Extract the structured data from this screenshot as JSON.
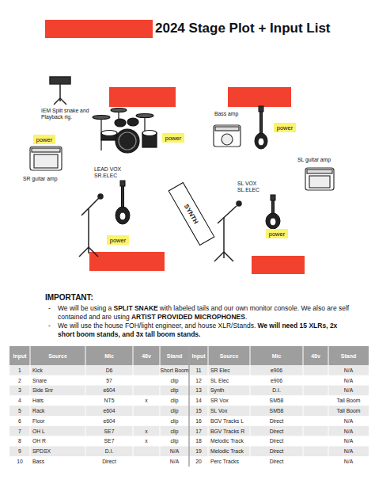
{
  "diagram": {
    "title": "2024 Stage Plot + Input List",
    "nodes": [
      {
        "text": [
          "power"
        ]
      },
      {
        "text": [
          "power"
        ]
      },
      {
        "text": [
          "power"
        ]
      },
      {
        "text": [
          "SYNTH"
        ]
      },
      {
        "text": [
          "power"
        ]
      },
      {
        "text": [
          "power"
        ]
      }
    ],
    "edges": [],
    "labels": [
      "IEM Split snake and Playback rig.",
      "Bass amp",
      "SR guitar amp",
      "SL guitar amp",
      "LEAD VOX SR.ELEC",
      "SL VOX SL.ELEC",
      "IMPORTANT:",
      "-",
      "We will be using a",
      "SPLIT SNAKE",
      "with labeled tails and our own monitor console. We also are self contained and are using",
      "ARTIST PROVIDED MICROPHONES",
      ".",
      "-",
      "We will use the house FOH/light engineer, and house XLR/Stands.",
      "We will need 15 XLRs, 2x short boom stands, and 3x tall boom stands.",
      "Input",
      "Source",
      "Mic",
      "48v",
      "Stand",
      "Input",
      "Source",
      "Mic",
      "48v",
      "Stand",
      "1",
      "Kick",
      "D6",
      "Short Boom",
      "11",
      "SR Elec",
      "e906",
      "N/A",
      "2",
      "Snare",
      "57",
      "clip",
      "12",
      "SL Elec",
      "e906",
      "N/A",
      "3",
      "Side Snr",
      "e604",
      "clip",
      "13",
      "Synth",
      "D.I.",
      "N/A",
      "4",
      "Hats",
      "NT5",
      "x",
      "clip",
      "14",
      "SR Vox",
      "SM58",
      "Tall Boom",
      "5",
      "Rack",
      "e604",
      "clip",
      "15",
      "SL Vox",
      "SM58",
      "Tall Boom",
      "6",
      "Floor",
      "e604",
      "clip",
      "16",
      "BGV Tracks L",
      "Direct",
      "N/A",
      "7",
      "OH L",
      "SE7",
      "x",
      "clip",
      "17",
      "BGV Tracks R",
      "Direct",
      "N/A",
      "8",
      "OH R",
      "SE7",
      "x",
      "clip",
      "18",
      "Melodic Track",
      "Direct",
      "N/A",
      "9",
      "SPDSX",
      "D.I.",
      "N/A",
      "19",
      "Melodic Track",
      "Direct",
      "N/A",
      "10",
      "Bass",
      "Direct",
      "N/A",
      "20",
      "Perc Tracks",
      "Direct",
      "N/A"
    ]
  }
}
